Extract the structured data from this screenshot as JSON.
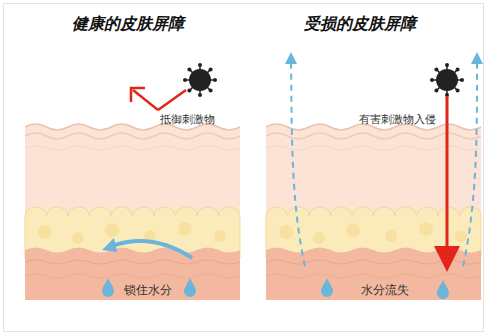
{
  "diagram": {
    "nodes": [
      {
        "text": [
          "健康的皮肤屏障"
        ]
      },
      {
        "text": [
          "受损的皮肤屏障"
        ]
      }
    ],
    "labels": [
      "抵御刺激物",
      "锁住水分",
      "有害刺激物入侵",
      "水分流失"
    ]
  }
}
